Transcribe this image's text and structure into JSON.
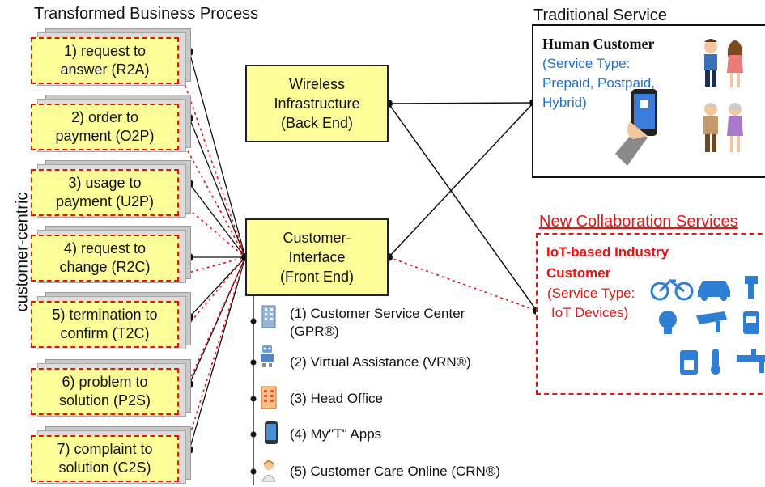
{
  "headers": {
    "process": "Transformed Business Process",
    "traditional": "Traditional Service",
    "collab": "New Collaboration Services"
  },
  "side_label": "customer-centric",
  "processes": [
    {
      "line1": "1) request to",
      "line2": "answer (R2A)"
    },
    {
      "line1": "2) order to",
      "line2": "payment (O2P)"
    },
    {
      "line1": "3) usage to",
      "line2": "payment (U2P)"
    },
    {
      "line1": "4) request to",
      "line2": "change (R2C)"
    },
    {
      "line1": "5) termination to",
      "line2": "confirm (T2C)"
    },
    {
      "line1": "6) problem to",
      "line2": "solution (P2S)"
    },
    {
      "line1": "7) complaint to",
      "line2": "solution (C2S)"
    }
  ],
  "back_end": {
    "line1": "Wireless",
    "line2": "Infrastructure",
    "line3": "(Back End)"
  },
  "front_end": {
    "line1": "Customer-",
    "line2": "Interface",
    "line3": "(Front End)"
  },
  "channels": [
    {
      "text": "(1) Customer Service Center",
      "text2": "(GPR®)",
      "icon": "building-icon"
    },
    {
      "text": "(2) Virtual Assistance (VRN®)",
      "icon": "robot-icon"
    },
    {
      "text": "(3) Head Office",
      "icon": "office-icon"
    },
    {
      "text": "(4) My\"T\" Apps",
      "icon": "phone-icon"
    },
    {
      "text": "(5) Customer Care Online (CRN®)",
      "icon": "agent-icon"
    }
  ],
  "traditional": {
    "title": "Human Customer",
    "type_l1": "(Service Type:",
    "type_l2": "Prepaid, Postpaid,",
    "type_l3": "Hybrid)"
  },
  "collab": {
    "title_l1": "IoT-based Industry",
    "title_l2": "Customer",
    "type_l1": "(Service Type:",
    "type_l2": "IoT Devices)"
  },
  "colors": {
    "accent_yellow": "#ffff99",
    "red": "#ee1111",
    "blue": "#1f6fd1",
    "iot_blue": "#2e7fd4"
  }
}
